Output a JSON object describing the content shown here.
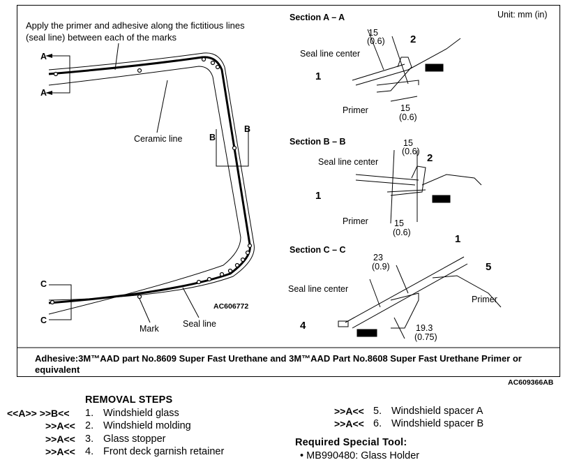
{
  "figure": {
    "unit": "Unit: mm (in)",
    "main_note_line1": "Apply the primer and adhesive along the fictitious lines",
    "main_note_line2": "(seal line) between each of the marks",
    "section_marks": {
      "A": "A",
      "B": "B",
      "C": "C"
    },
    "ceramic_line": "Ceramic line",
    "mark": "Mark",
    "seal_line": "Seal line",
    "code_left": "AC606772",
    "sections": [
      {
        "title": "Section A – A",
        "dim_top": "15",
        "dim_top_in": "(0.6)",
        "dim_bottom": "15",
        "dim_bottom_in": "(0.6)",
        "seal_line_center": "Seal line center",
        "primer": "Primer",
        "num1": "1",
        "num2": "2"
      },
      {
        "title": "Section B – B",
        "dim_top": "15",
        "dim_top_in": "(0.6)",
        "dim_bottom": "15",
        "dim_bottom_in": "(0.6)",
        "seal_line_center": "Seal line center",
        "primer": "Primer",
        "num1": "1",
        "num2": "2"
      },
      {
        "title": "Section C – C",
        "dim_top": "23",
        "dim_top_in": "(0.9)",
        "dim_bottom": "19.3",
        "dim_bottom_in": "(0.75)",
        "seal_line_center": "Seal line center",
        "primer": "Primer",
        "num1": "1",
        "num4": "4",
        "num5": "5"
      }
    ],
    "adhesive_line1": "Adhesive:3M™AAD part No.8609 Super Fast Urethane and 3M™AAD Part No.8608 Super Fast Urethane Primer or",
    "adhesive_line2": "equivalent",
    "code_right": "AC609366AB"
  },
  "removal": {
    "title": "REMOVAL STEPS",
    "steps": [
      {
        "tags": "<<A>>   >>B<<",
        "num": "1.",
        "label": "Windshield glass"
      },
      {
        "tags": ">>A<<",
        "num": "2.",
        "label": "Windshield molding"
      },
      {
        "tags": ">>A<<",
        "num": "3.",
        "label": "Glass stopper"
      },
      {
        "tags": ">>A<<",
        "num": "4.",
        "label": "Front deck garnish retainer"
      },
      {
        "tags": ">>A<<",
        "num": "5.",
        "label": "Windshield spacer A"
      },
      {
        "tags": ">>A<<",
        "num": "6.",
        "label": "Windshield spacer B"
      }
    ]
  },
  "tool": {
    "title": "Required Special Tool:",
    "items": [
      "MB990480: Glass Holder"
    ]
  }
}
